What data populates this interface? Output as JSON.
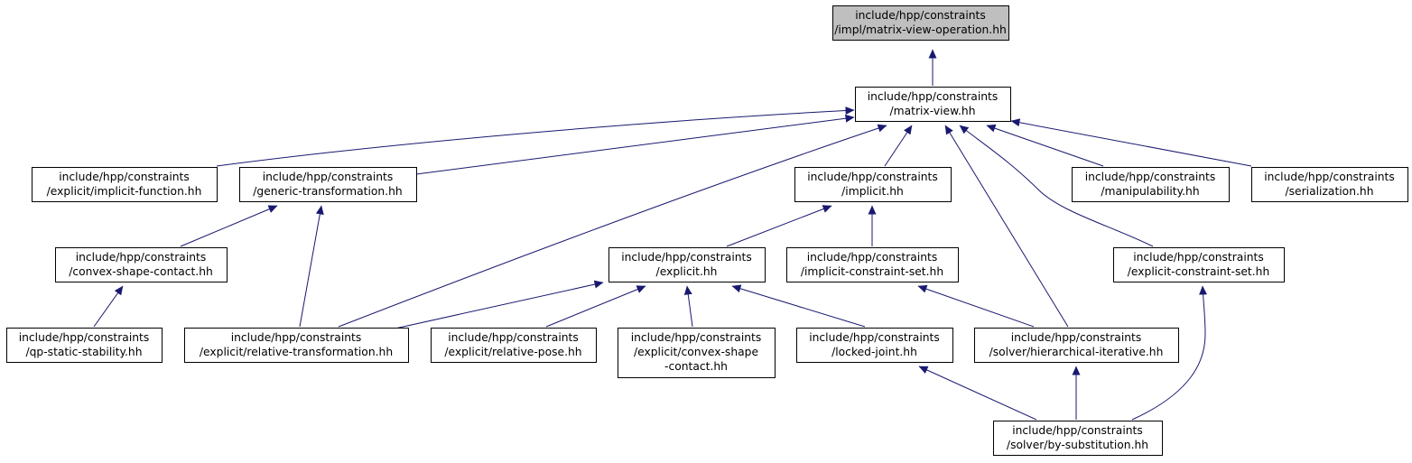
{
  "colors": {
    "edge": "#191970",
    "arrowhead": "#191970",
    "node_border": "#000000",
    "node_fill": "#ffffff",
    "highlighted_node_fill": "#bfbfbf",
    "text": "#000000"
  },
  "nodes": [
    {
      "id": "matrix-view-operation",
      "highlighted": true,
      "lines": [
        "include/hpp/constraints",
        "/impl/matrix-view-operation.hh"
      ]
    },
    {
      "id": "matrix-view",
      "lines": [
        "include/hpp/constraints",
        "/matrix-view.hh"
      ]
    },
    {
      "id": "explicit-implicit-function",
      "lines": [
        "include/hpp/constraints",
        "/explicit/implicit-function.hh"
      ]
    },
    {
      "id": "generic-transformation",
      "lines": [
        "include/hpp/constraints",
        "/generic-transformation.hh"
      ]
    },
    {
      "id": "implicit",
      "lines": [
        "include/hpp/constraints",
        "/implicit.hh"
      ]
    },
    {
      "id": "manipulability",
      "lines": [
        "include/hpp/constraints",
        "/manipulability.hh"
      ]
    },
    {
      "id": "serialization",
      "lines": [
        "include/hpp/constraints",
        "/serialization.hh"
      ]
    },
    {
      "id": "convex-shape-contact",
      "lines": [
        "include/hpp/constraints",
        "/convex-shape-contact.hh"
      ]
    },
    {
      "id": "explicit",
      "lines": [
        "include/hpp/constraints",
        "/explicit.hh"
      ]
    },
    {
      "id": "implicit-constraint-set",
      "lines": [
        "include/hpp/constraints",
        "/implicit-constraint-set.hh"
      ]
    },
    {
      "id": "explicit-constraint-set",
      "lines": [
        "include/hpp/constraints",
        "/explicit-constraint-set.hh"
      ]
    },
    {
      "id": "qp-static-stability",
      "lines": [
        "include/hpp/constraints",
        "/qp-static-stability.hh"
      ]
    },
    {
      "id": "explicit-relative-transformation",
      "lines": [
        "include/hpp/constraints",
        "/explicit/relative-transformation.hh"
      ]
    },
    {
      "id": "explicit-relative-pose",
      "lines": [
        "include/hpp/constraints",
        "/explicit/relative-pose.hh"
      ]
    },
    {
      "id": "explicit-convex-shape-contact",
      "lines": [
        "include/hpp/constraints",
        "/explicit/convex-shape",
        "-contact.hh"
      ]
    },
    {
      "id": "locked-joint",
      "lines": [
        "include/hpp/constraints",
        "/locked-joint.hh"
      ]
    },
    {
      "id": "solver-hierarchical-iterative",
      "lines": [
        "include/hpp/constraints",
        "/solver/hierarchical-iterative.hh"
      ]
    },
    {
      "id": "solver-by-substitution",
      "lines": [
        "include/hpp/constraints",
        "/solver/by-substitution.hh"
      ]
    }
  ],
  "edges": [
    {
      "from": "matrix-view",
      "to": "matrix-view-operation"
    },
    {
      "from": "explicit-implicit-function",
      "to": "matrix-view"
    },
    {
      "from": "generic-transformation",
      "to": "matrix-view"
    },
    {
      "from": "explicit-relative-transformation",
      "to": "matrix-view"
    },
    {
      "from": "implicit",
      "to": "matrix-view"
    },
    {
      "from": "solver-hierarchical-iterative",
      "to": "matrix-view"
    },
    {
      "from": "explicit-constraint-set",
      "to": "matrix-view"
    },
    {
      "from": "manipulability",
      "to": "matrix-view"
    },
    {
      "from": "serialization",
      "to": "matrix-view"
    },
    {
      "from": "convex-shape-contact",
      "to": "generic-transformation"
    },
    {
      "from": "explicit-relative-transformation",
      "to": "generic-transformation"
    },
    {
      "from": "qp-static-stability",
      "to": "convex-shape-contact"
    },
    {
      "from": "explicit",
      "to": "implicit"
    },
    {
      "from": "implicit-constraint-set",
      "to": "implicit"
    },
    {
      "from": "explicit-relative-transformation",
      "to": "explicit"
    },
    {
      "from": "explicit-relative-pose",
      "to": "explicit"
    },
    {
      "from": "explicit-convex-shape-contact",
      "to": "explicit"
    },
    {
      "from": "locked-joint",
      "to": "explicit"
    },
    {
      "from": "solver-hierarchical-iterative",
      "to": "implicit-constraint-set"
    },
    {
      "from": "solver-by-substitution",
      "to": "explicit-constraint-set"
    },
    {
      "from": "solver-by-substitution",
      "to": "locked-joint"
    },
    {
      "from": "solver-by-substitution",
      "to": "solver-hierarchical-iterative"
    }
  ]
}
